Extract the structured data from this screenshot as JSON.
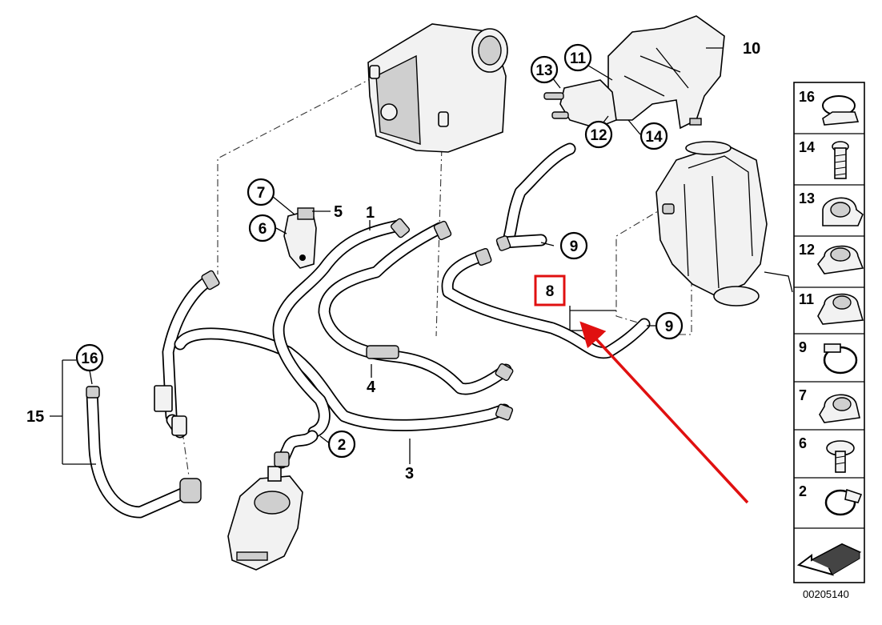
{
  "callouts": {
    "c1": "1",
    "c2": "2",
    "c3": "3",
    "c4": "4",
    "c5": "5",
    "c6": "6",
    "c7": "7",
    "c8": "8",
    "c9a": "9",
    "c9b": "9",
    "c10": "10",
    "c11": "11",
    "c12": "12",
    "c13": "13",
    "c14": "14",
    "c15": "15",
    "c16": "16"
  },
  "legend": {
    "items": [
      "16",
      "14",
      "13",
      "12",
      "11",
      "9",
      "7",
      "6",
      "2"
    ]
  },
  "document_number": "00205140",
  "colors": {
    "highlight": "#e01010",
    "line": "#000000",
    "part_fill": "#f2f2f2",
    "background": "#ffffff"
  }
}
